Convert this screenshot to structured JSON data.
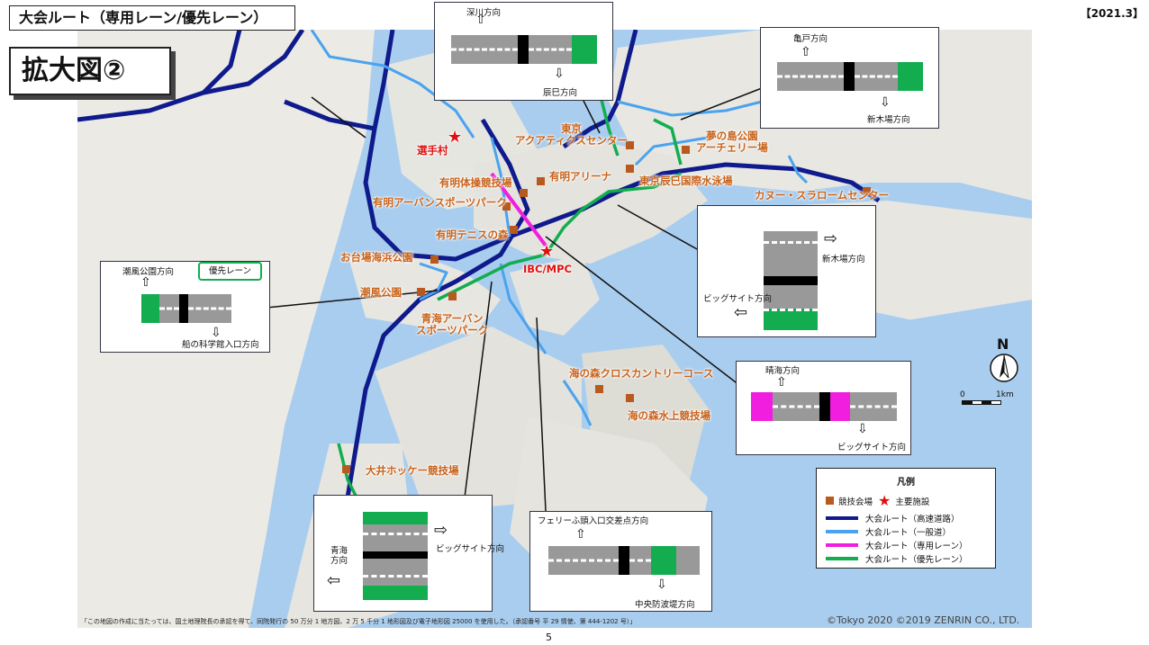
{
  "header": {
    "title": "大会ルート（専用レーン/優先レーン）",
    "date": "【2021.3】",
    "zoom_title": "拡大図②"
  },
  "colors": {
    "expressway": "#0f1a8c",
    "general_road": "#4aa3ee",
    "dedicated_lane": "#f11ee0",
    "priority_lane": "#13ad4f",
    "venue": "#b85a1e",
    "main_facility": "#e01010"
  },
  "venues": [
    {
      "name": "東京アクアティクスセンター",
      "lines": [
        "東京",
        "アクアティクスセンター"
      ]
    },
    {
      "name": "夢の島公園アーチェリー場",
      "lines": [
        "夢の島公園",
        "アーチェリー場"
      ]
    },
    {
      "name": "有明体操競技場",
      "lines": [
        "有明体操競技場"
      ]
    },
    {
      "name": "有明アリーナ",
      "lines": [
        "有明アリーナ"
      ]
    },
    {
      "name": "東京辰巳国際水泳場",
      "lines": [
        "東京辰巳国際水泳場"
      ]
    },
    {
      "name": "カヌー・スラロームセンター",
      "lines": [
        "カヌー・スラロームセンター"
      ]
    },
    {
      "name": "有明アーバンスポーツパーク",
      "lines": [
        "有明アーバンスポーツパーク"
      ]
    },
    {
      "name": "有明テニスの森",
      "lines": [
        "有明テニスの森"
      ]
    },
    {
      "name": "お台場海浜公園",
      "lines": [
        "お台場海浜公園"
      ]
    },
    {
      "name": "潮風公園",
      "lines": [
        "潮風公園"
      ]
    },
    {
      "name": "青海アーバンスポーツパーク",
      "lines": [
        "青海アーバン",
        "スポーツパーク"
      ]
    },
    {
      "name": "海の森クロスカントリーコース",
      "lines": [
        "海の森クロスカントリーコース"
      ]
    },
    {
      "name": "海の森水上競技場",
      "lines": [
        "海の森水上競技場"
      ]
    },
    {
      "name": "大井ホッケー競技場",
      "lines": [
        "大井ホッケー競技場"
      ]
    }
  ],
  "facilities": [
    {
      "name": "選手村"
    },
    {
      "name": "IBC/MPC"
    }
  ],
  "callouts": {
    "fukagawa": {
      "top": "深川方向",
      "bottom": "辰巳方向"
    },
    "kameido": {
      "top": "亀戸方向",
      "bottom": "新木場方向"
    },
    "shiokaze": {
      "top": "潮風公園方向",
      "lane_badge": "優先レーン",
      "bottom": "船の科学館入口方向"
    },
    "shinkiba": {
      "right": "新木場方向",
      "left": "ビッグサイト方向"
    },
    "harumi": {
      "top": "晴海方向",
      "bottom": "ビッグサイト方向"
    },
    "aomi": {
      "left": "青海方向",
      "right": "ビッグサイト方向"
    },
    "ferry": {
      "top": "フェリーふ頭入口交差点方向",
      "bottom": "中央防波堤方向"
    }
  },
  "legend": {
    "title": "凡例",
    "venue_label": "競技会場",
    "facility_label": "主要施設",
    "items": [
      {
        "label": "大会ルート（高速道路）",
        "color": "#0f1a8c"
      },
      {
        "label": "大会ルート（一般道）",
        "color": "#4aa3ee"
      },
      {
        "label": "大会ルート（専用レーン）",
        "color": "#f11ee0"
      },
      {
        "label": "大会ルート（優先レーン）",
        "color": "#13ad4f"
      }
    ]
  },
  "compass": {
    "north": "N",
    "scale_zero": "0",
    "scale_unit": "1km"
  },
  "footnote": "「この地図の作成に当たっては、国土地理院長の承認を得て、同院発行の 50 万分 1 地方図、2 万 5 千分 1 地形図及び電子地形図 25000 を使用した。（承認番号 平 29 情使、第 444-1202 号）」",
  "copyright": "©Tokyo 2020 ©2019 ZENRIN CO., LTD.",
  "page_number": "5"
}
